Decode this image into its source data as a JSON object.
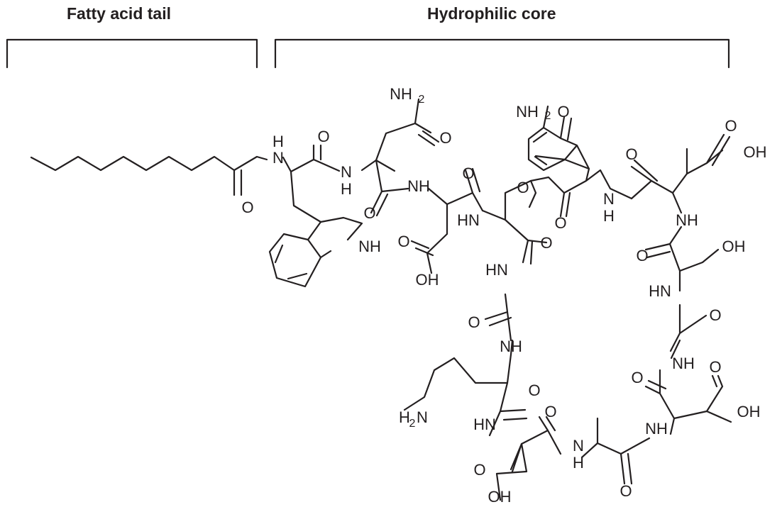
{
  "headers": {
    "tail": "Fatty acid tail",
    "core": "Hydrophilic core"
  },
  "labels": {
    "amide_nh": "N",
    "h": "H",
    "o": "O",
    "nh": "NH",
    "hn": "HN",
    "oh": "OH",
    "nh2": "NH",
    "h2": "H",
    "sub2": "2"
  },
  "colors": {
    "ink": "#231f20",
    "background": "#ffffff"
  }
}
